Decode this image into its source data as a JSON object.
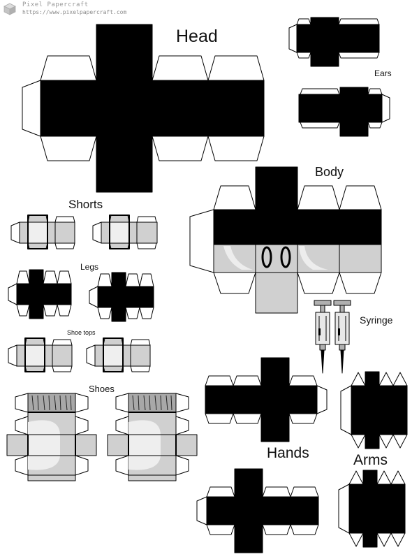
{
  "watermark": {
    "title": "Pixel Papercraft",
    "url": "https://www.pixelpapercraft.com",
    "logo_icon": "cube-icon"
  },
  "labels": {
    "head": "Head",
    "ears": "Ears",
    "body": "Body",
    "shorts": "Shorts",
    "legs": "Legs",
    "syringe": "Syringe",
    "shoe_tops": "Shoe tops",
    "shoes": "Shoes",
    "hands": "Hands",
    "arms": "Arms"
  },
  "colors": {
    "ink": "#000000",
    "paper": "#ffffff",
    "light_gray": "#d0d0d0",
    "mid_gray": "#a8a8a8",
    "highlight": "#efefef"
  }
}
